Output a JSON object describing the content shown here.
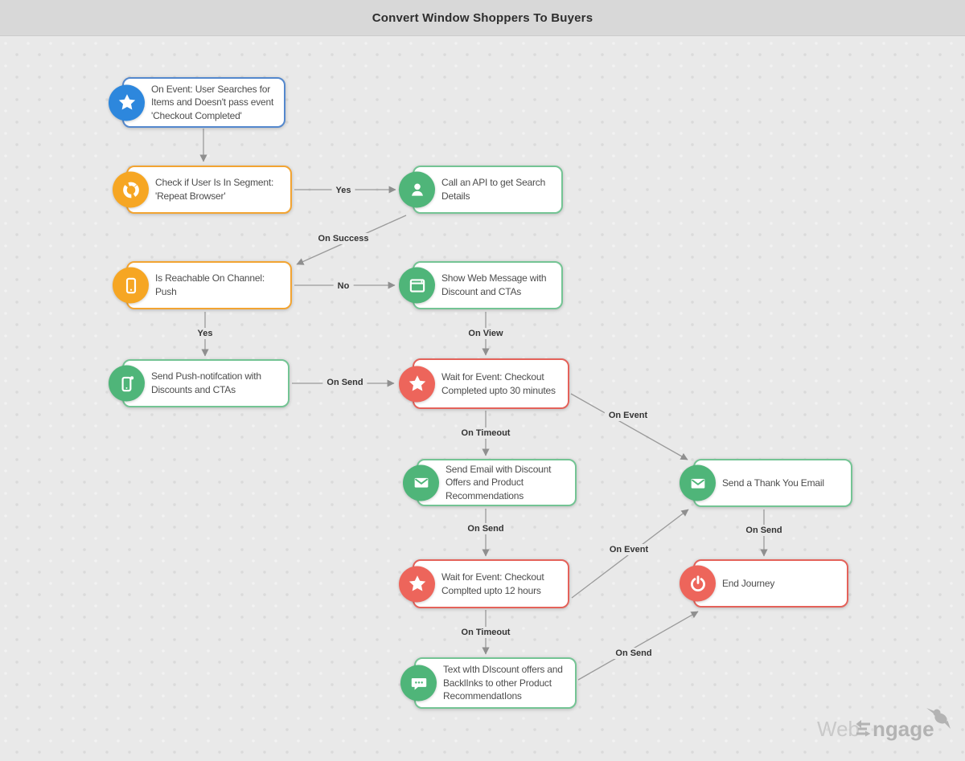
{
  "header": {
    "title": "Convert Window Shoppers To Buyers"
  },
  "canvas": {
    "nodes": [
      {
        "id": "on-event-trigger",
        "kind": "trigger",
        "icon": "star-icon",
        "label": "On Event: User Searches for Items and Doesn't pass event 'Checkout Completed'"
      },
      {
        "id": "segment-check",
        "kind": "condition",
        "icon": "segment-donut-icon",
        "label": "Check if User Is In Segment: 'Repeat Browser'"
      },
      {
        "id": "api-call",
        "kind": "action",
        "icon": "user-icon",
        "label": "Call an API to get Search Details"
      },
      {
        "id": "reachability-check",
        "kind": "condition",
        "icon": "phone-icon",
        "label": "Is Reachable On Channel: Push"
      },
      {
        "id": "web-message",
        "kind": "action",
        "icon": "browser-window-icon",
        "label": "Show Web Message with Discount and CTAs"
      },
      {
        "id": "push-notification",
        "kind": "action",
        "icon": "phone-notification-icon",
        "label": "Send Push-notifcation with Discounts and CTAs"
      },
      {
        "id": "wait-30-minutes",
        "kind": "wait",
        "icon": "star-icon",
        "label": "Wait for  Event: Checkout Completed upto 30 minutes"
      },
      {
        "id": "email-discount",
        "kind": "action",
        "icon": "envelope-icon",
        "label": "Send Email with Discount Offers and Product Recommendations"
      },
      {
        "id": "thank-you-email",
        "kind": "action",
        "icon": "envelope-icon",
        "label": "Send a Thank You Email"
      },
      {
        "id": "wait-12-hours",
        "kind": "wait",
        "icon": "star-icon",
        "label": "Wait for  Event: Checkout Complted upto 12 hours"
      },
      {
        "id": "end-journey",
        "kind": "end",
        "icon": "power-icon",
        "label": "End Journey"
      },
      {
        "id": "sms-text",
        "kind": "action",
        "icon": "sms-chat-icon",
        "label": "Text wIth DIscount offers and BacklInks to other Product RecommendatIons"
      }
    ],
    "edges": [
      {
        "label": "Yes"
      },
      {
        "label": "On Success"
      },
      {
        "label": "No"
      },
      {
        "label": "Yes"
      },
      {
        "label": "On Send"
      },
      {
        "label": "On View"
      },
      {
        "label": "On Timeout"
      },
      {
        "label": "On Event"
      },
      {
        "label": "On Send"
      },
      {
        "label": "On Event"
      },
      {
        "label": "On Send"
      },
      {
        "label": "On Timeout"
      },
      {
        "label": "On Send"
      }
    ]
  },
  "branding": {
    "logo_web": "Web",
    "logo_engage": "ngage"
  },
  "colors": {
    "trigger_blue": "#2d87dd",
    "condition_orange": "#f6a623",
    "action_green": "#4fb579",
    "wait_red": "#ed655b",
    "edge_gray": "#8f8f8f",
    "canvas_bg": "#e9e9e9",
    "header_bg": "#d8d8d8"
  }
}
